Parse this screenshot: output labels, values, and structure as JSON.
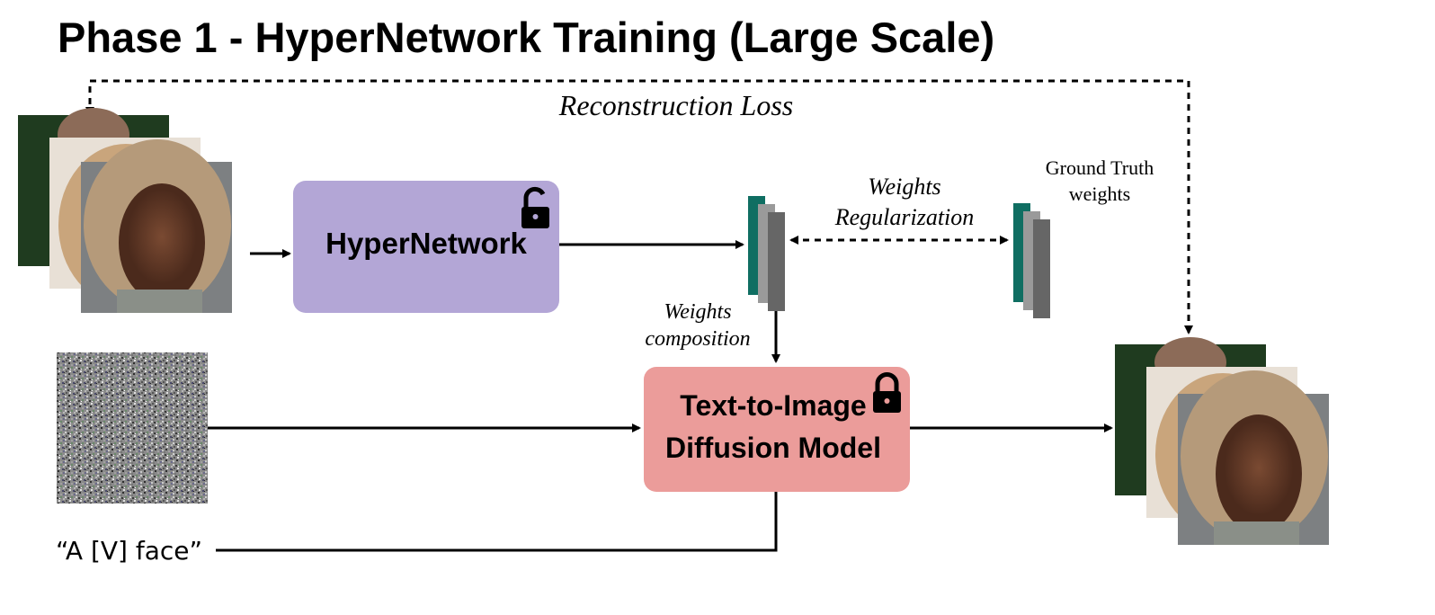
{
  "title": "Phase 1 - HyperNetwork Training (Large Scale)",
  "labels": {
    "reconstruction_loss": "Reconstruction Loss",
    "weights_regularization_line1": "Weights",
    "weights_regularization_line2": "Regularization",
    "ground_truth_line1": "Ground Truth",
    "ground_truth_line2": "weights",
    "weights_composition_line1": "Weights",
    "weights_composition_line2": "composition",
    "prompt": "“A [V] face”"
  },
  "boxes": {
    "hypernetwork": {
      "label": "HyperNetwork",
      "color": "#b3a6d6",
      "lock": "unlocked"
    },
    "diffusion": {
      "label_line1": "Text-to-Image",
      "label_line2": "Diffusion Model",
      "color": "#eb9c9a",
      "lock": "locked"
    }
  },
  "colors": {
    "teal": "#0f6e62",
    "gray_light": "#9a9a9a",
    "gray_dark": "#666666",
    "line": "#000000"
  },
  "icons": {
    "face_stack_input": "face-photo-stack-icon",
    "noise": "noise-image-icon",
    "face_stack_output": "face-photo-stack-icon"
  }
}
